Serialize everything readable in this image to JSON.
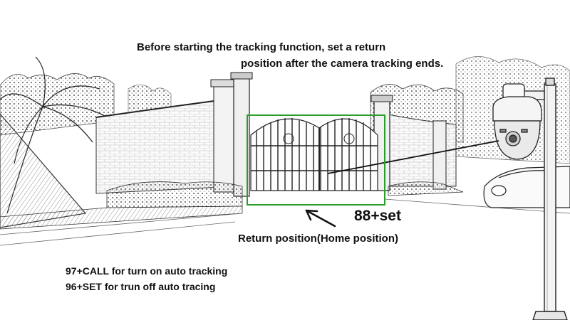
{
  "instruction": {
    "line1": "Before starting the tracking function, set a return",
    "line2": "position after the camera tracking ends."
  },
  "preset_command": "88+set",
  "home_label": "Return position(Home position)",
  "notes": [
    "97+CALL for turn on auto tracking",
    "96+SET for trun off auto tracing"
  ],
  "colors": {
    "frame": "#2a9d2a",
    "text": "#111111"
  }
}
